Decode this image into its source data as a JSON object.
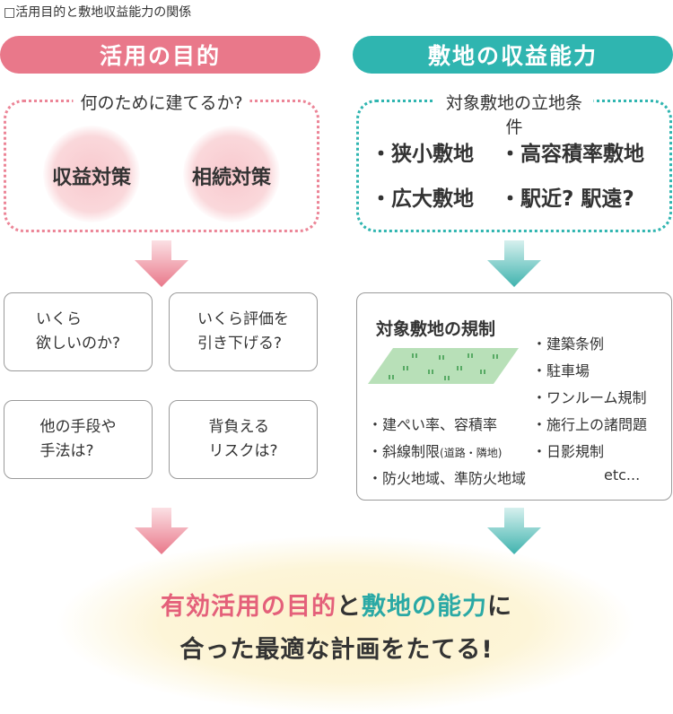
{
  "caption": "□活用目的と敷地収益能力の関係",
  "left_header": "活用の目的",
  "right_header": "敷地の収益能力",
  "left_box": {
    "question": "何のために建てるか?",
    "items": [
      "収益対策",
      "相続対策"
    ]
  },
  "right_box": {
    "label": "対象敷地の立地条件",
    "items": [
      "・狭小敷地",
      "・高容積率敷地",
      "・広大敷地",
      "・駅近? 駅遠?"
    ]
  },
  "questions": [
    "いくら\n欲しいのか?",
    "いくら評価を\n引き下げる?",
    "他の手段や\n手法は?",
    "背負える\nリスクは?"
  ],
  "regulations": {
    "title": "対象敷地の規制",
    "left_items": [
      "・建ぺい率、容積率",
      "・斜線制限",
      "・防火地域、準防火地域"
    ],
    "left_note": "(道路・隣地)",
    "right_items": [
      "・建築条例",
      "・駐車場",
      "・ワンルーム規制",
      "・施行上の諸問題",
      "・日影規制"
    ],
    "etc": "etc..."
  },
  "conclusion": {
    "part1": "有効活用の目的",
    "part2": "と",
    "part3": "敷地の能力",
    "part4": "に",
    "line2": "合った最適な計画をたてる!"
  },
  "colors": {
    "pink": "#e9788a",
    "teal": "#2fb5b0"
  }
}
